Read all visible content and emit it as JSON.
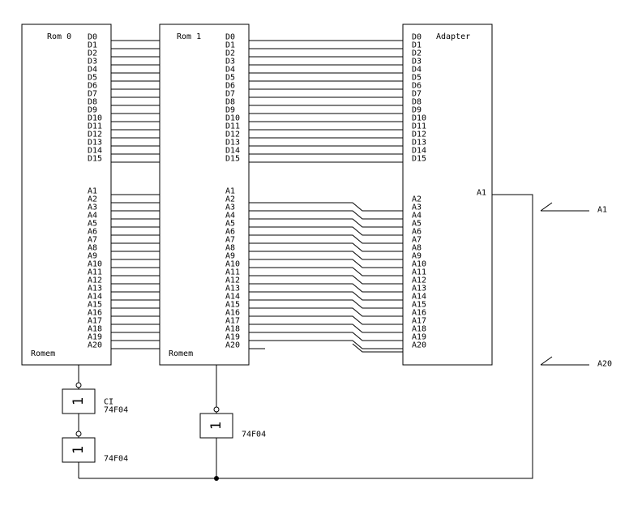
{
  "chips": {
    "rom0": {
      "title": "Rom 0",
      "footer": "Romem"
    },
    "rom1": {
      "title": "Rom 1",
      "footer": "Romem"
    },
    "adapter": {
      "title": "Adapter",
      "side_pin": "A1"
    }
  },
  "pins": {
    "data": [
      "D0",
      "D1",
      "D2",
      "D3",
      "D4",
      "D5",
      "D6",
      "D7",
      "D8",
      "D9",
      "D10",
      "D11",
      "D12",
      "D13",
      "D14",
      "D15"
    ],
    "rom_address": [
      "A1",
      "A2",
      "A3",
      "A4",
      "A5",
      "A6",
      "A7",
      "A8",
      "A9",
      "A10",
      "A11",
      "A12",
      "A13",
      "A14",
      "A15",
      "A16",
      "A17",
      "A18",
      "A19",
      "A20"
    ],
    "adapter_address": [
      "A2",
      "A3",
      "A4",
      "A5",
      "A6",
      "A7",
      "A8",
      "A9",
      "A10",
      "A11",
      "A12",
      "A13",
      "A14",
      "A15",
      "A16",
      "A17",
      "A18",
      "A19",
      "A20"
    ]
  },
  "gates": {
    "ci": {
      "symbol": "1",
      "label1": "CI",
      "label2": "74F04"
    },
    "second": {
      "symbol": "1",
      "label": "74F04"
    },
    "rom1": {
      "symbol": "1",
      "label": "74F04"
    }
  },
  "switches": {
    "a1": "A1",
    "a20": "A20"
  },
  "colors": {
    "line": "#000000",
    "background": "#ffffff"
  }
}
